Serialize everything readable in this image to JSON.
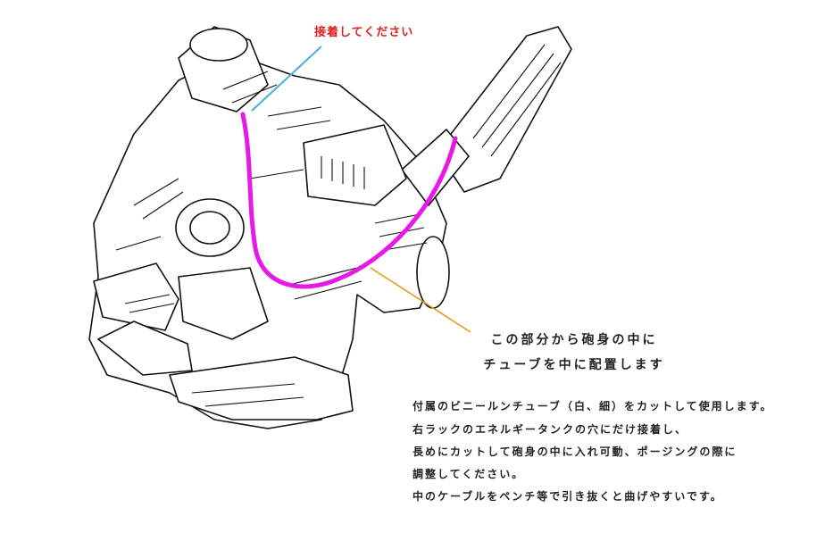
{
  "labels": {
    "glue_here": "接着してください"
  },
  "callout": {
    "line1": "この部分から砲身の中に",
    "line2": "チューブを中に配置します"
  },
  "instructions": [
    "付属のビニールンチューブ（白、細）をカットして使用します。",
    "右ラックのエネルギータンクの穴にだけ接着し、",
    "長めにカットして砲身の中に入れ可動、ポージングの際に",
    "調整してください。",
    "中のケーブルをペンチ等で引き抜くと曲げやすいです。"
  ],
  "colors": {
    "tube": "#e619e6",
    "glue_leader": "#4fb3d9",
    "callout_leader": "#e69a1a",
    "glue_text": "#e02020"
  }
}
